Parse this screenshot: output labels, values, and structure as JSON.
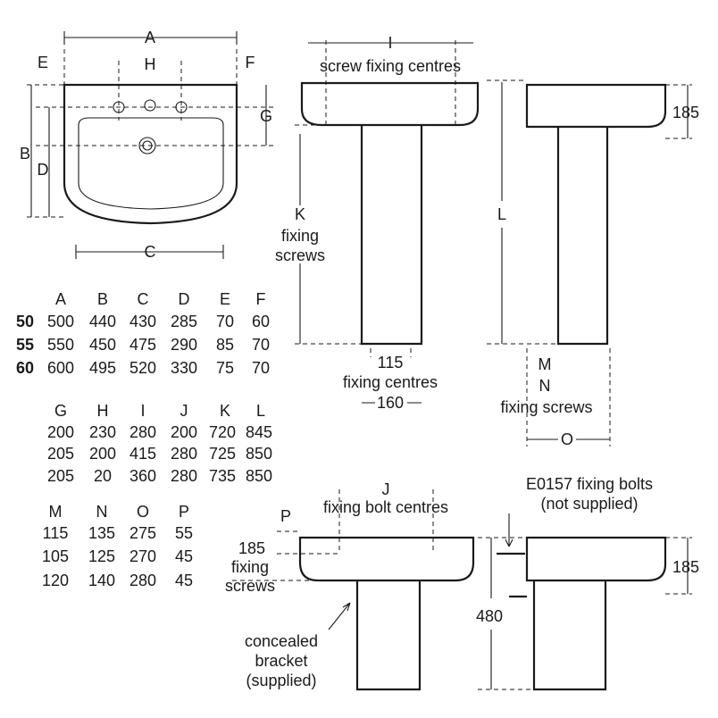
{
  "plan_view": {
    "A": "A",
    "B": "B",
    "C": "C",
    "D": "D",
    "E": "E",
    "F": "F",
    "G": "G",
    "H": "H"
  },
  "front_view": {
    "I": "I",
    "I_caption": "screw fixing centres",
    "K": "K",
    "K_line1": "fixing",
    "K_line2": "screws",
    "fixing_centres_value": "115",
    "fixing_centres_label": "fixing centres",
    "base_width": "160"
  },
  "side_view": {
    "height_185": "185",
    "L": "L",
    "M": "M",
    "N": "N",
    "N_caption": "fixing screws",
    "O": "O"
  },
  "semi_front_view": {
    "J": "J",
    "J_caption": "fixing bolt centres",
    "P": "P",
    "screws_185": "185",
    "screws_line1": "fixing",
    "screws_line2": "screws",
    "bracket_line1": "concealed",
    "bracket_line2": "bracket",
    "bracket_line3": "(supplied)"
  },
  "semi_side_view": {
    "bolts_line1": "E0157 fixing bolts",
    "bolts_line2": "(not supplied)",
    "height_185": "185",
    "height_480": "480"
  },
  "table1": {
    "headers": [
      "A",
      "B",
      "C",
      "D",
      "E",
      "F"
    ],
    "rows": [
      {
        "size": "50",
        "values": [
          "500",
          "440",
          "430",
          "285",
          "70",
          "60"
        ]
      },
      {
        "size": "55",
        "values": [
          "550",
          "450",
          "475",
          "290",
          "85",
          "70"
        ]
      },
      {
        "size": "60",
        "values": [
          "600",
          "495",
          "520",
          "330",
          "75",
          "70"
        ]
      }
    ]
  },
  "table2": {
    "headers": [
      "G",
      "H",
      "I",
      "J",
      "K",
      "L"
    ],
    "rows": [
      [
        "200",
        "230",
        "280",
        "200",
        "720",
        "845"
      ],
      [
        "205",
        "200",
        "415",
        "280",
        "725",
        "850"
      ],
      [
        "205",
        "20",
        "360",
        "280",
        "735",
        "850"
      ]
    ]
  },
  "table3": {
    "headers": [
      "M",
      "N",
      "O",
      "P"
    ],
    "rows": [
      [
        "115",
        "135",
        "275",
        "55"
      ],
      [
        "105",
        "125",
        "270",
        "45"
      ],
      [
        "120",
        "140",
        "280",
        "45"
      ]
    ]
  }
}
